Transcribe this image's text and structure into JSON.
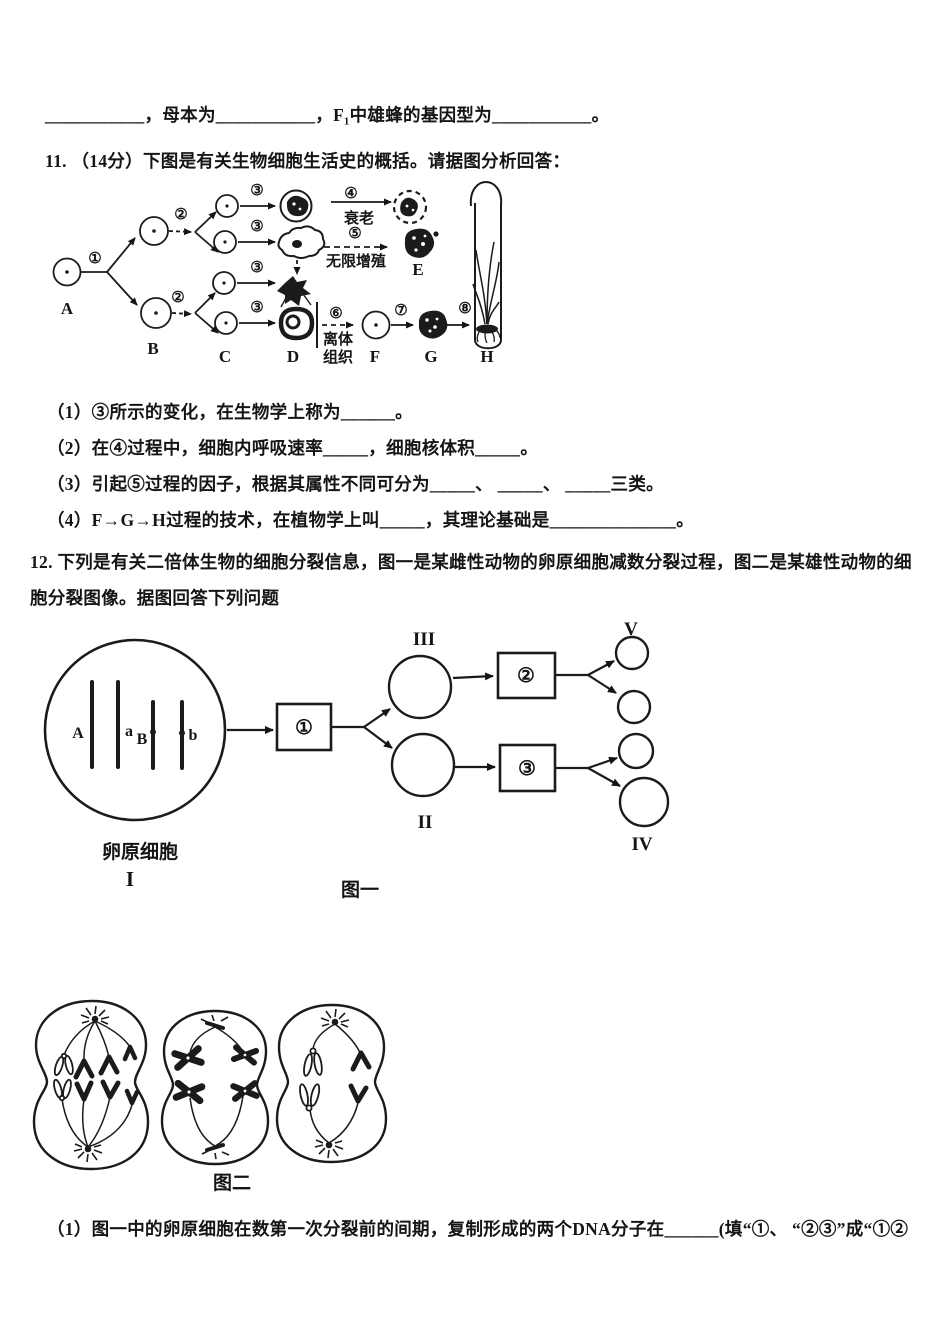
{
  "page": {
    "intro_line": "___________，母本为___________，F₁中雄蜂的基因型为___________。"
  },
  "q11": {
    "heading": "11. （14分）下图是有关生物细胞生活史的概括。请据图分析回答：",
    "sub1": "（1）③所示的变化，在生物学上称为______。",
    "sub2": "（2）在④过程中，细胞内呼吸速率_____，细胞核体积_____。",
    "sub3": "（3）引起⑤过程的因子，根据其属性不同可分为_____、 _____、 _____三类。",
    "sub4": "（4）F→G→H过程的技术，在植物学上叫_____，其理论基础是______________。",
    "diagram": {
      "steps": {
        "1": "①",
        "2": "②",
        "3": "③",
        "4": "④",
        "5": "⑤",
        "6": "⑥",
        "7": "⑦",
        "8": "⑧"
      },
      "cells": {
        "A": "A",
        "B": "B",
        "C": "C",
        "D": "D",
        "E": "E",
        "F": "F",
        "G": "G",
        "H": "H"
      },
      "aging": "衰老",
      "immortal_proliferation": "无限增殖",
      "explant_line1": "离体",
      "explant_line2": "组织"
    }
  },
  "q12": {
    "heading": "12. 下列是有关二倍体生物的细胞分裂信息，图一是某雌性动物的卵原细胞减数分裂过程，图二是某雄性动物的细胞分裂图像。据图回答下列问题",
    "sub1": "（1）图一中的卵原细胞在数第一次分裂前的间期，复制形成的两个DNA分子在______(填“①、 “②③”成“①②",
    "fig1": {
      "caption": "图一",
      "source_cell_name": "卵原细胞",
      "source_cell_numeral": "I",
      "chromosomes": {
        "A": "A",
        "a": "a",
        "B": "B",
        "b": "b"
      },
      "boxes": {
        "1": "①",
        "2": "②",
        "3": "③"
      },
      "numerals": {
        "II": "II",
        "III": "III",
        "IV": "IV",
        "V": "V"
      }
    },
    "fig2": {
      "caption": "图二"
    }
  }
}
